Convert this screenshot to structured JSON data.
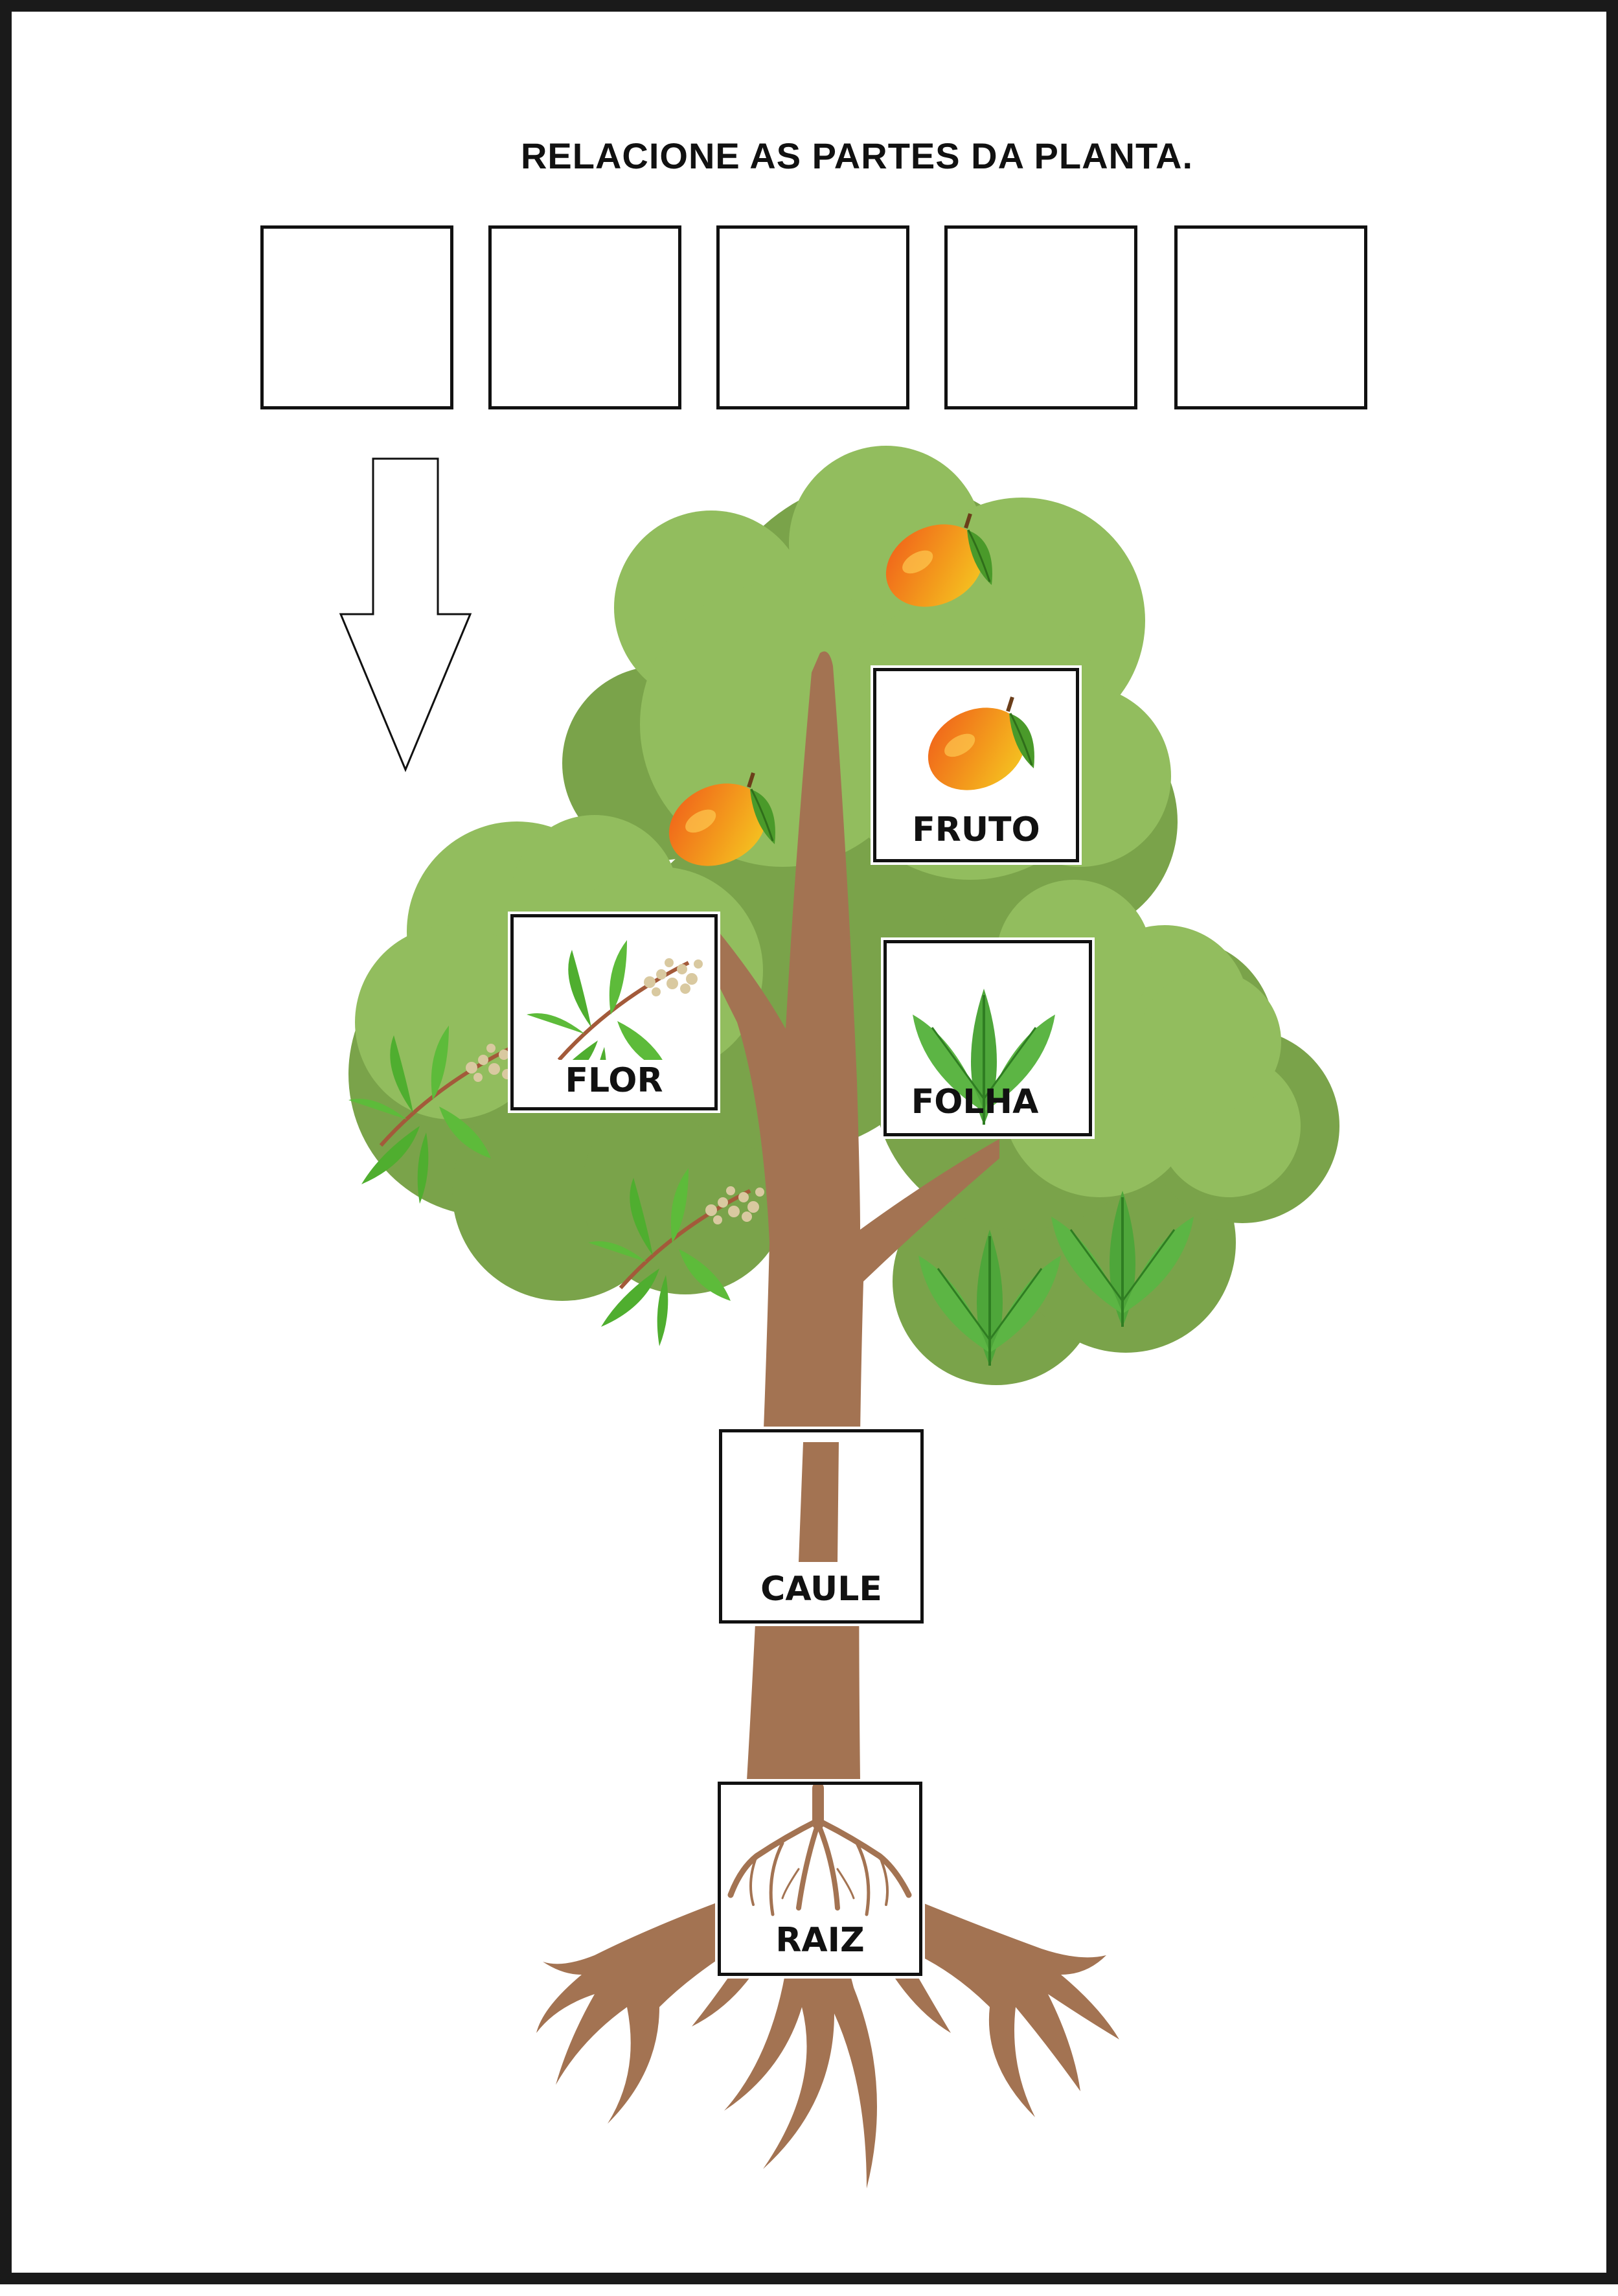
{
  "worksheet": {
    "title": "RELACIONE AS PARTES DA PLANTA.",
    "answer_boxes": [
      "",
      "",
      "",
      "",
      ""
    ]
  },
  "cards": {
    "fruto": "FRUTO",
    "flor": "FLOR",
    "folha": "FOLHA",
    "caule": "CAULE",
    "raiz": "RAIZ"
  },
  "icons": [
    "down-arrow-icon",
    "mango-icon",
    "leaf-icon",
    "flower-branch-icon",
    "roots-icon"
  ],
  "colors": {
    "canopy_light": "#92bd5e",
    "canopy_dark": "#7aa34a",
    "trunk": "#a37352",
    "mango_orange": "#f08a1c",
    "mango_yellow": "#f5c51c",
    "leaf_green": "#4ea63a",
    "page_border": "#1a1a1a"
  }
}
